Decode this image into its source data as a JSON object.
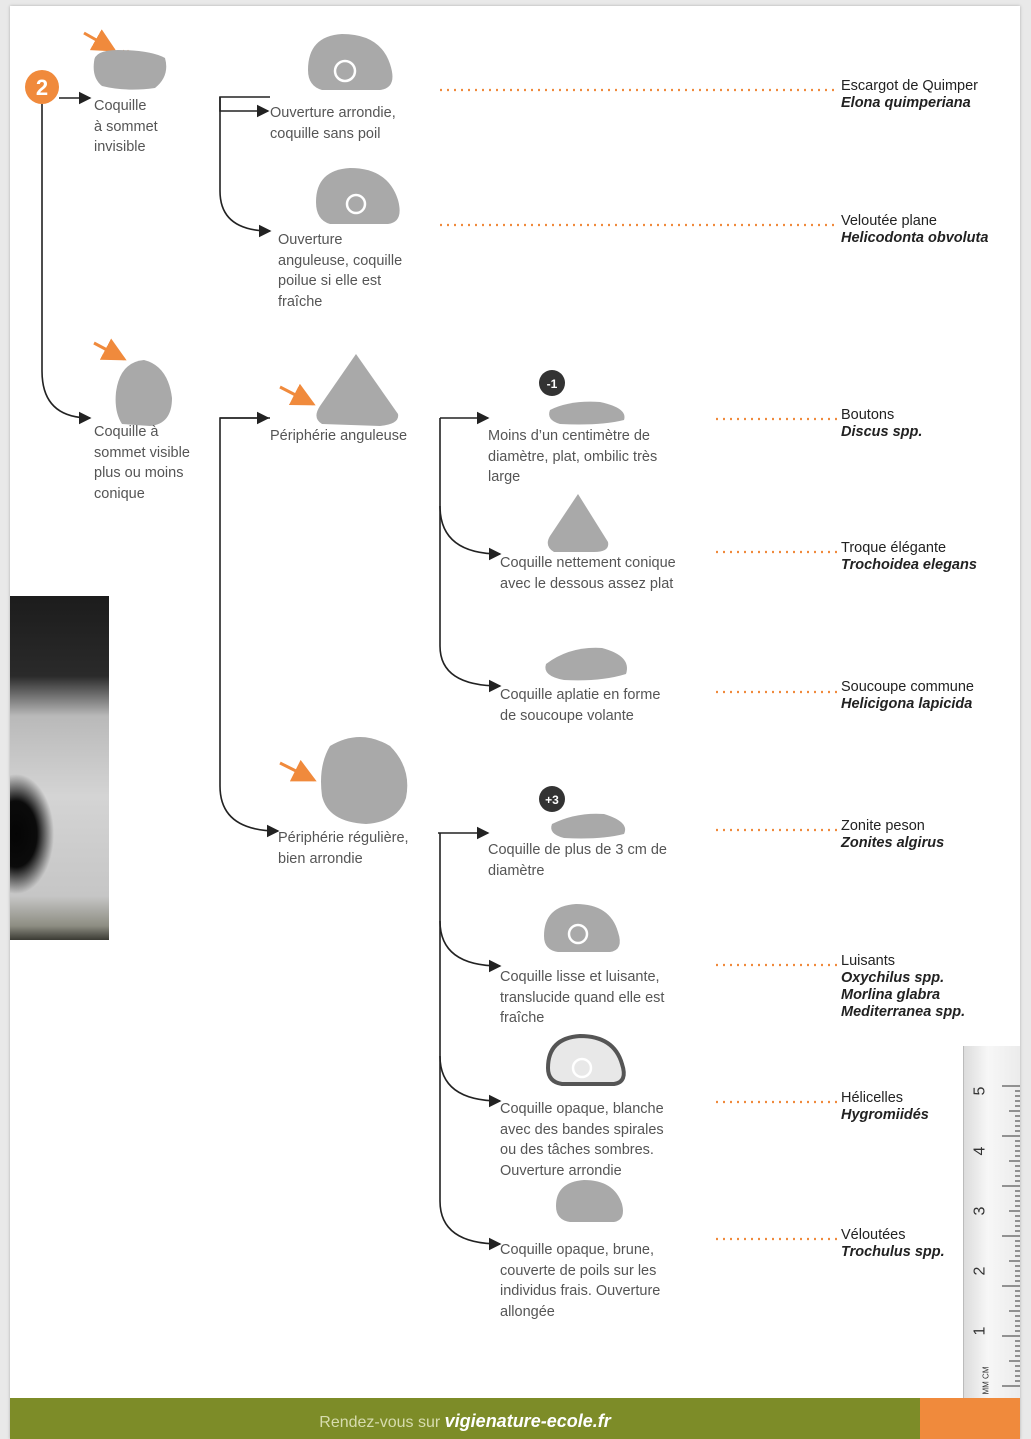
{
  "step_badge": "2",
  "nodes": {
    "sommet_invisible": "Coquille\nà sommet\ninvisible",
    "sommet_visible": "Coquille à\nsommet visible\nplus ou moins\nconique",
    "ouverture_arrondie": "Ouverture arrondie,\ncoquille sans poil",
    "ouverture_anguleuse": "Ouverture\nanguleuse, coquille\npoilue si elle est\nfraîche",
    "peripherie_anguleuse": "Périphérie anguleuse",
    "peripherie_reguliere": "Périphérie régulière,\nbien arrondie",
    "moins_1cm": "Moins d’un centimètre de\ndiamètre, plat, ombilic très\nlarge",
    "nettement_conique": "Coquille nettement conique\navec le dessous assez plat",
    "aplatie": "Coquille aplatie en forme\nde soucoupe volante",
    "plus_3cm": "Coquille de plus de 3 cm de\ndiamètre",
    "lisse": "Coquille lisse et luisante,\ntranslucide quand elle est\nfraîche",
    "opaque_blanche": "Coquille opaque, blanche\navec des bandes spirales\nou des tâches sombres.\nOuverture arrondie",
    "opaque_brune": "Coquille opaque, brune,\ncouverte de poils sur les\nindividus frais. Ouverture\nallongée"
  },
  "size_badges": {
    "minus": "-1",
    "plus": "+3",
    "unit": "cm"
  },
  "species": [
    {
      "common": "Escargot de Quimper",
      "latin": "Elona quimperiana"
    },
    {
      "common": "Veloutée plane",
      "latin": "Helicodonta obvoluta"
    },
    {
      "common": "Boutons",
      "latin": "Discus spp."
    },
    {
      "common": "Troque élégante",
      "latin": "Trochoidea elegans"
    },
    {
      "common": "Soucoupe commune",
      "latin": "Helicigona lapicida"
    },
    {
      "common": "Zonite peson",
      "latin": "Zonites algirus"
    },
    {
      "common": "Luisants",
      "latin": "Oxychilus spp.",
      "latin2": "Morlina glabra",
      "latin3": "Mediterranea spp."
    },
    {
      "common": "Hélicelles",
      "latin": "Hygromiidés"
    },
    {
      "common": "Véloutées",
      "latin": "Trochulus spp."
    }
  ],
  "ruler": {
    "numbers": [
      "1",
      "2",
      "3",
      "4",
      "5"
    ],
    "units": "MM CM"
  },
  "footer": {
    "prefix": "Rendez-vous sur",
    "site": "vigienature-ecole.fr"
  },
  "colors": {
    "accent": "#f08a3c",
    "footer": "#7d8c28",
    "shell": "#a9a9a9"
  }
}
